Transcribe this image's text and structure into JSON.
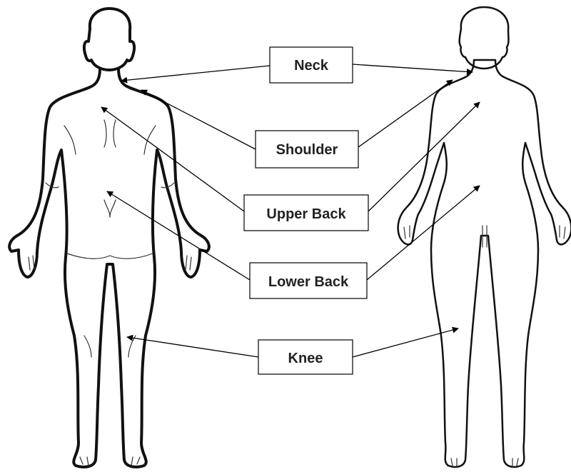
{
  "labels": {
    "neck": "Neck",
    "shoulder": "Shoulder",
    "upper_back": "Upper Back",
    "lower_back": "Lower Back",
    "knee": "Knee"
  },
  "colors": {
    "outline": "#111111",
    "arrow": "#000000",
    "text": "#222222",
    "background": "#ffffff"
  }
}
